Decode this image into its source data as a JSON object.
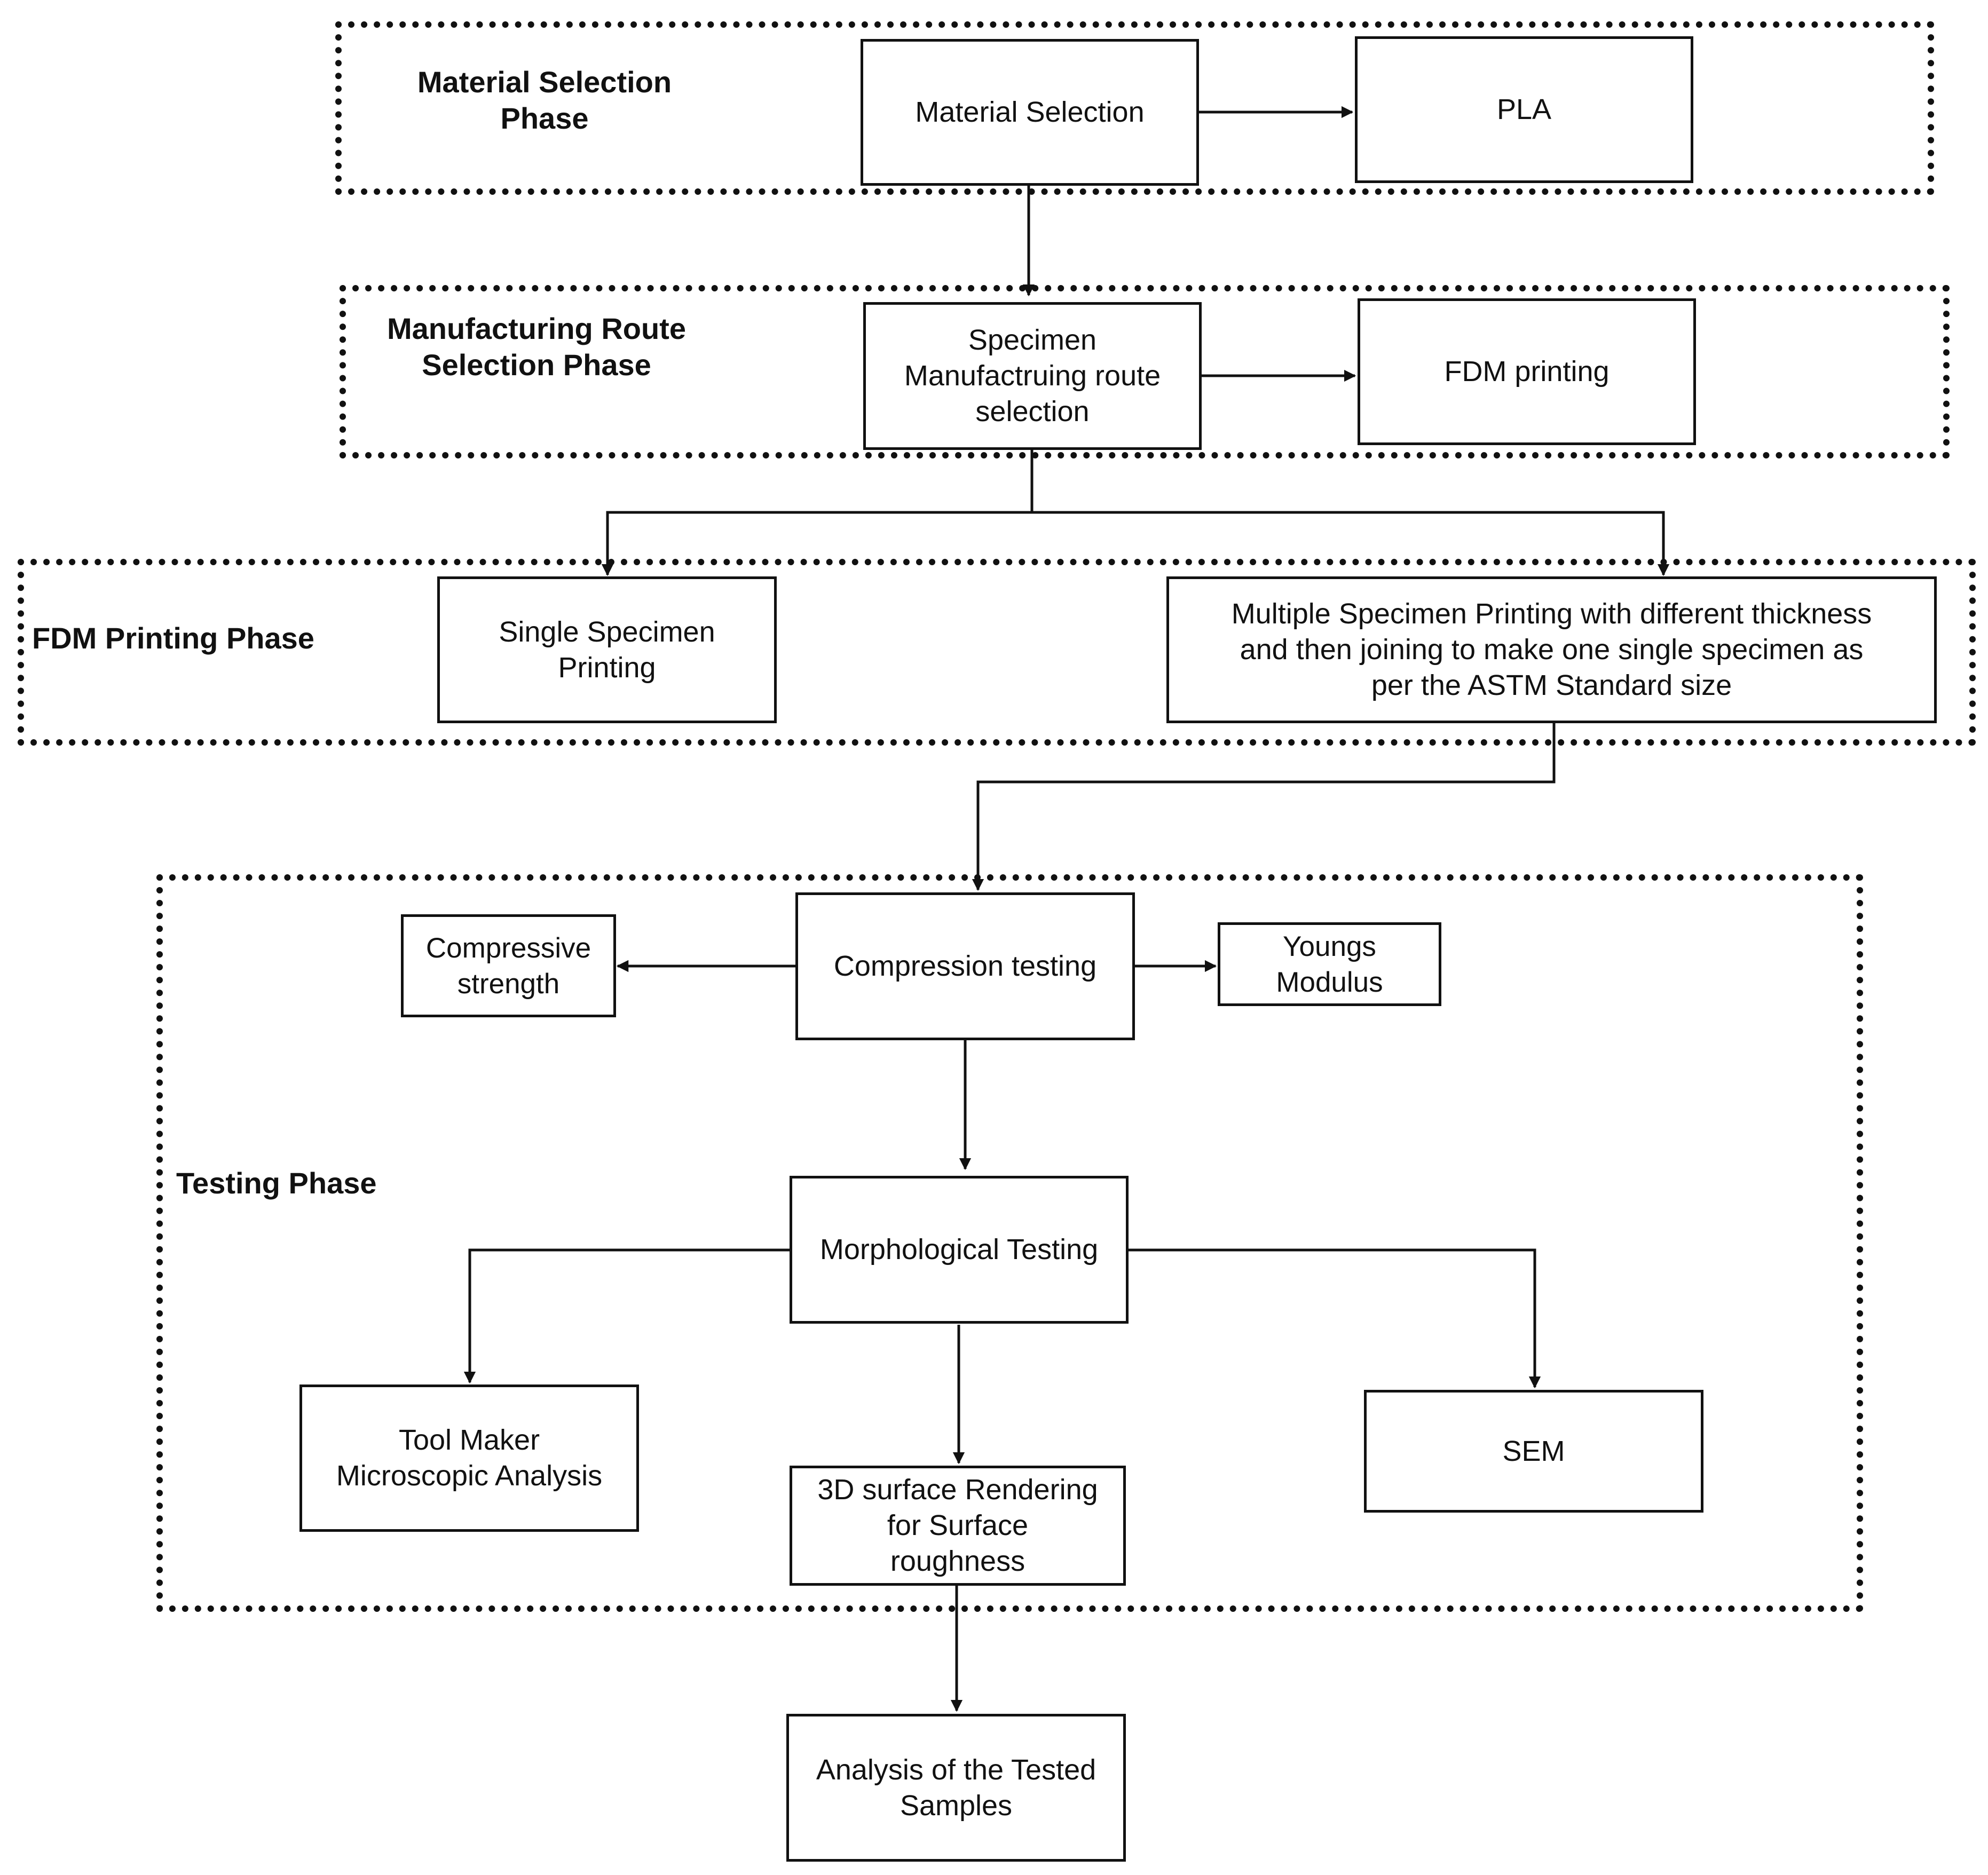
{
  "phases": {
    "material": "Material Selection\nPhase",
    "manufacturing": "Manufacturing Route\nSelection Phase",
    "fdm": "FDM Printing Phase",
    "testing": "Testing Phase"
  },
  "nodes": {
    "material_selection": "Material Selection",
    "pla": "PLA",
    "route_selection": "Specimen\nManufactruing route\nselection",
    "fdm_printing": "FDM printing",
    "single_specimen": "Single Specimen\nPrinting",
    "multiple_specimen": "Multiple Specimen Printing with different thickness\nand then joining to make one single specimen as\nper the ASTM Standard size",
    "compression_testing": "Compression testing",
    "compressive_strength": "Compressive\nstrength",
    "youngs_modulus": "Youngs\nModulus",
    "morphological_testing": "Morphological Testing",
    "tool_maker": "Tool Maker\nMicroscopic Analysis",
    "surface_rendering": "3D surface Rendering\nfor Surface\nroughness",
    "sem": "SEM",
    "analysis": "Analysis of the Tested\nSamples"
  },
  "colors": {
    "stroke": "#111111",
    "background": "#ffffff"
  }
}
